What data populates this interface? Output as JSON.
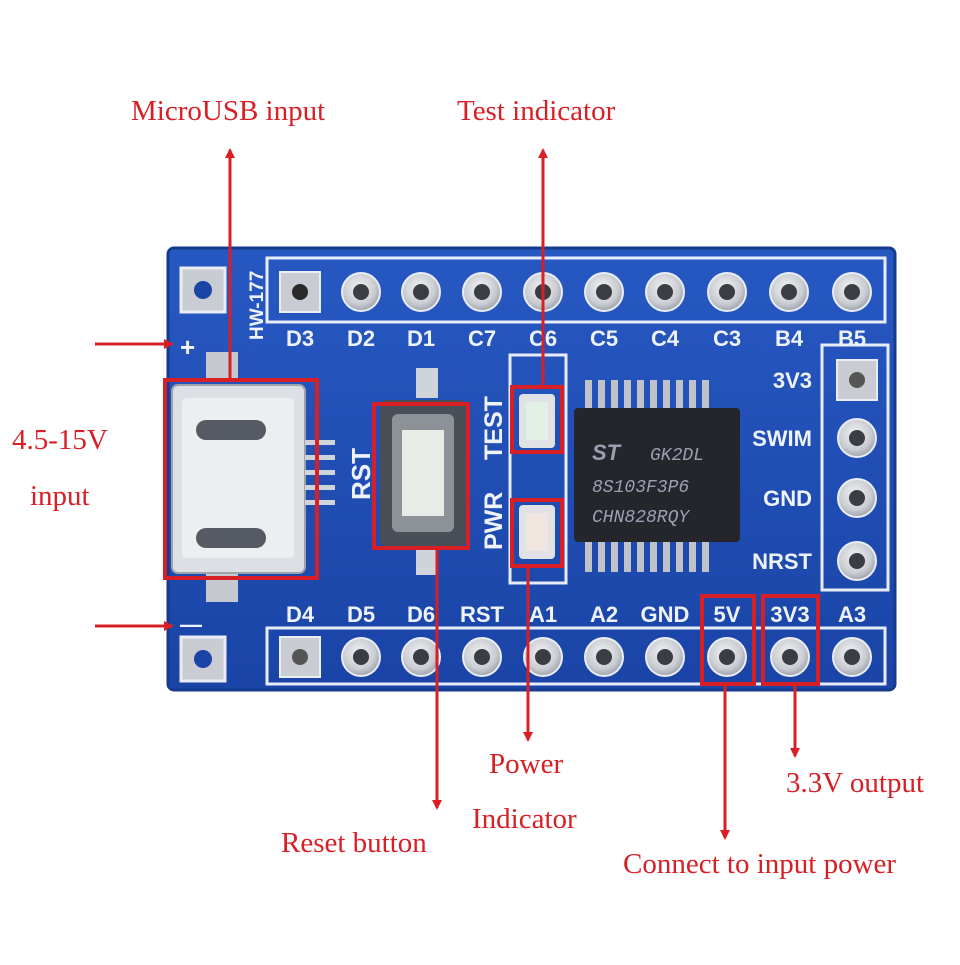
{
  "annotations": {
    "microusb_input": "MicroUSB input",
    "test_indicator": "Test indicator",
    "voltage_input_line1": "4.5-15V",
    "voltage_input_line2": "input",
    "reset_button": "Reset button",
    "power_indicator_line1": "Power",
    "power_indicator_line2": "Indicator",
    "output_3v3": "3.3V output",
    "connect_power": "Connect to input power"
  },
  "board": {
    "model": "HW-177",
    "plus_mark": "+",
    "minus_mark": "—",
    "top_pins": [
      "D3",
      "D2",
      "D1",
      "C7",
      "C6",
      "C5",
      "C4",
      "C3",
      "B4",
      "B5"
    ],
    "bottom_pins": [
      "D4",
      "D5",
      "D6",
      "RST",
      "A1",
      "A2",
      "GND",
      "5V",
      "3V3",
      "A3"
    ],
    "side_pins": [
      "3V3",
      "SWIM",
      "GND",
      "NRST"
    ],
    "rst_label": "RST",
    "pwr_label": "PWR",
    "test_label": "TEST",
    "chip_lines": [
      "GK2DL",
      "8S103F3P6",
      "CHN828RQY"
    ]
  },
  "colors": {
    "annotation": "#d81f26",
    "pcb_blue": "#1f4fb8",
    "silkscreen": "#eef2fb"
  }
}
